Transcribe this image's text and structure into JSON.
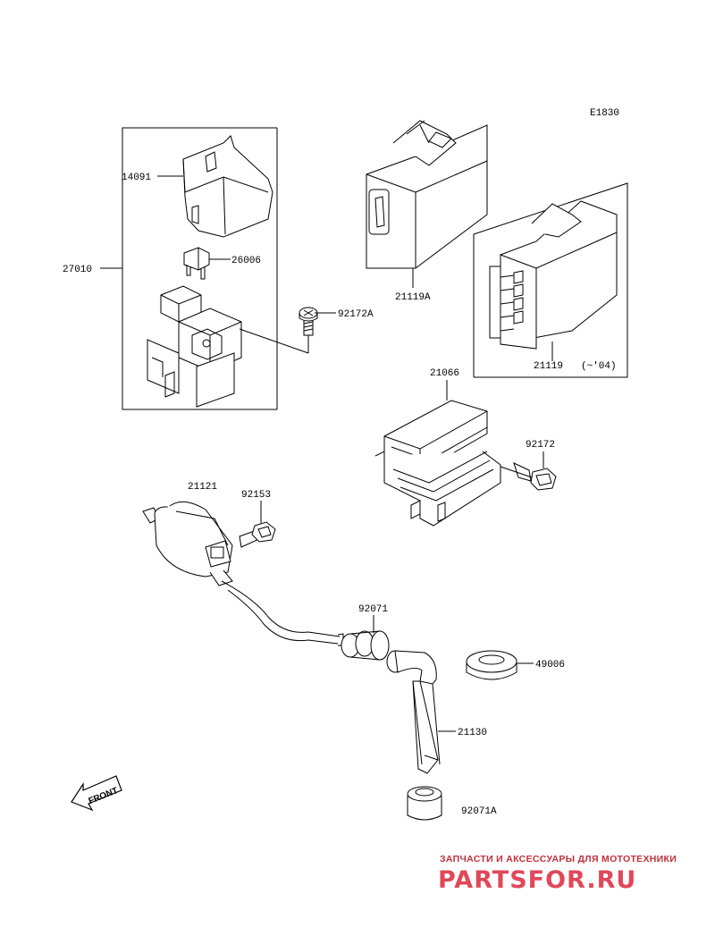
{
  "diagram_code": "E1830",
  "parts": {
    "p14091": "14091",
    "p27010": "27010",
    "p26006": "26006",
    "p92172A": "92172A",
    "p21119A": "21119A",
    "p21119": "21119",
    "p21119_note": "(~'04)",
    "p21066": "21066",
    "p92172": "92172",
    "p21121": "21121",
    "p92153": "92153",
    "p92071": "92071",
    "p49006": "49006",
    "p21130": "21130",
    "p92071A": "92071A"
  },
  "front_marker": "FRONT",
  "watermark": {
    "tagline": "ЗАПЧАСТИ И АКСЕССУАРЫ ДЛЯ МОТОТЕХНИКИ",
    "logo": "PARTSFOR.RU"
  },
  "colors": {
    "line": "#000000",
    "watermark": "#e0485a"
  }
}
